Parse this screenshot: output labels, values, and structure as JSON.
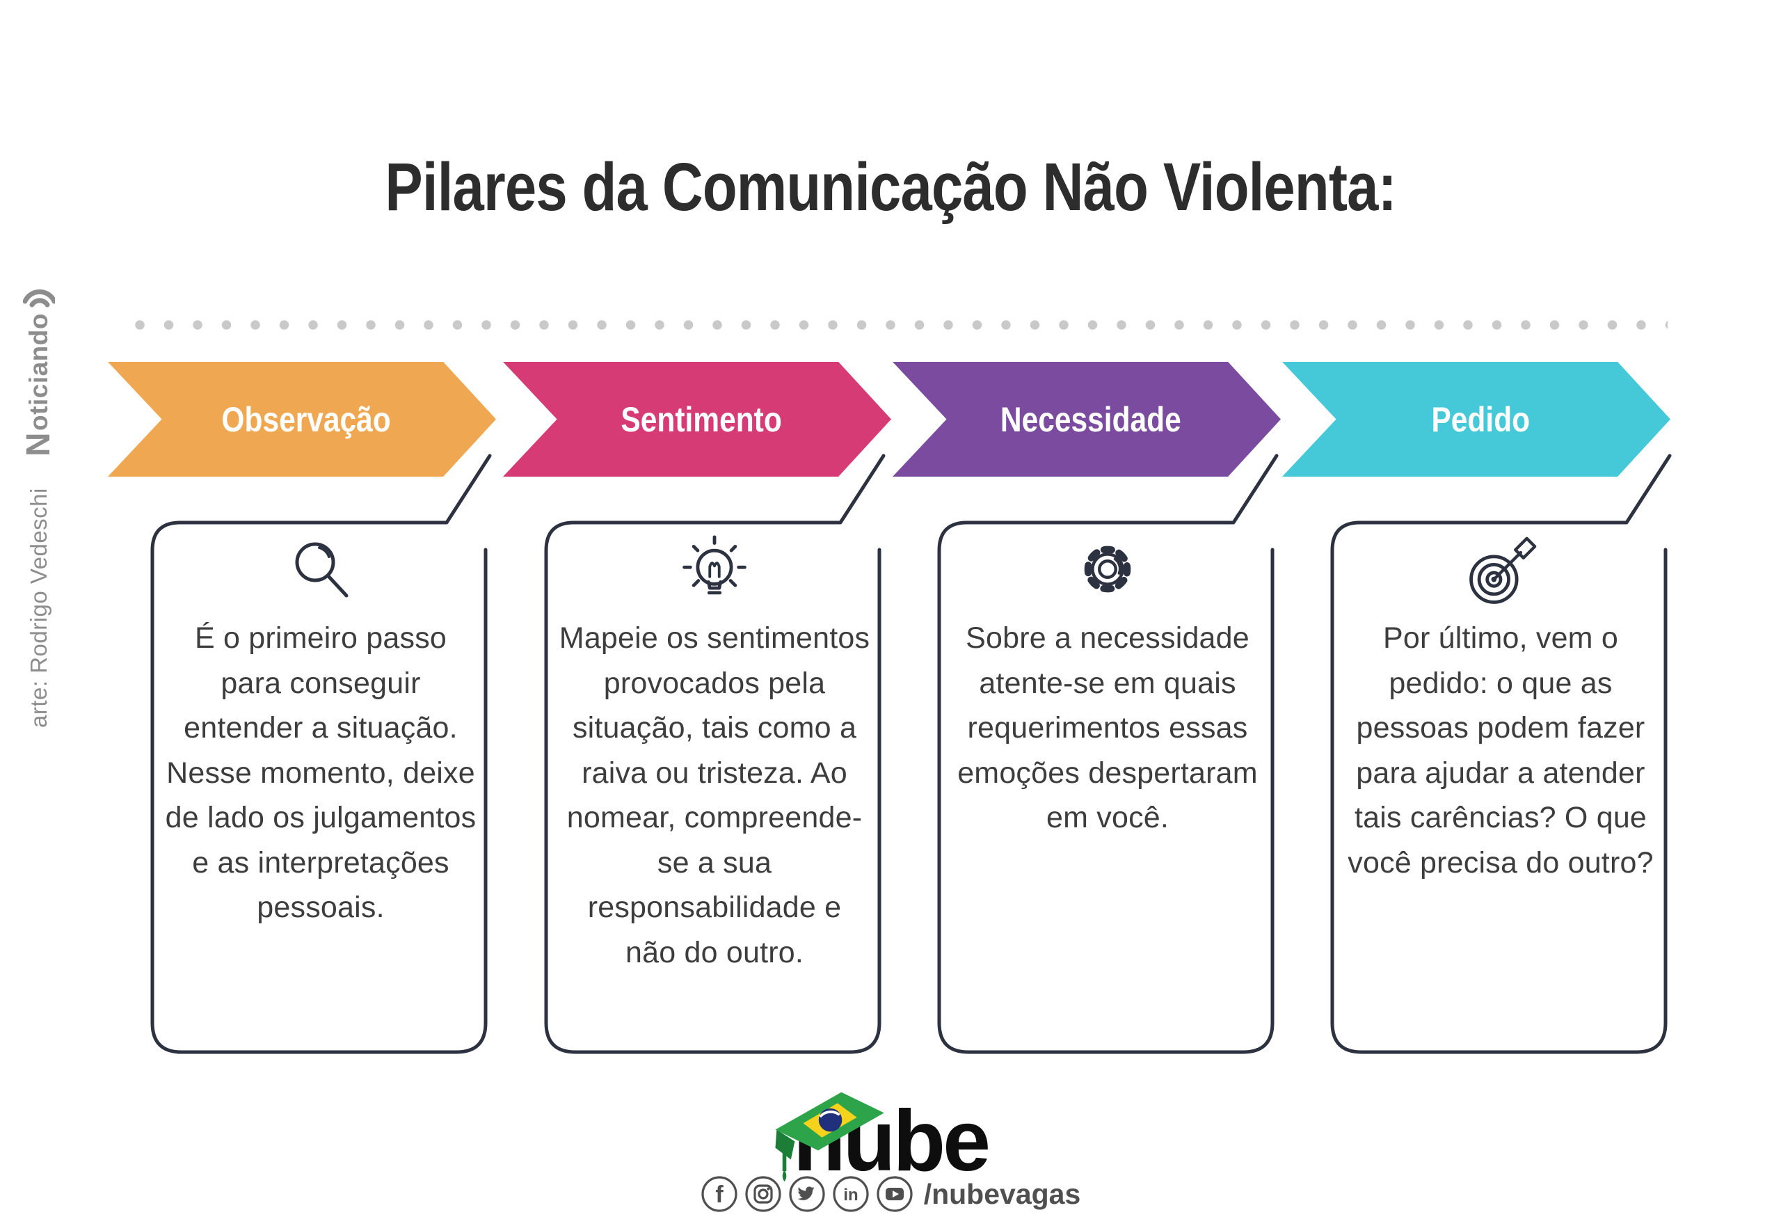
{
  "title": "Pilares da Comunicação Não Violenta:",
  "sidebar": {
    "artist_credit": "arte: Rodrigo Vedeschi",
    "brand_initial": "N",
    "brand_rest": "oticiando",
    "brand_icon": "signal-waves-icon"
  },
  "pillars": [
    {
      "label": "Observação",
      "color": "#EFA851",
      "icon": "magnifier-icon",
      "text": "É o primeiro passo para conseguir entender a situação. Nesse momento, deixe de lado os julgamentos e as interpretações pessoais."
    },
    {
      "label": "Sentimento",
      "color": "#D63B76",
      "icon": "lightbulb-icon",
      "text": "Mapeie os sentimentos provocados pela situação, tais como a raiva ou tristeza. Ao nomear, compreende-se a sua responsabilidade e não do outro."
    },
    {
      "label": "Necessidade",
      "color": "#7B4B9F",
      "icon": "gear-icon",
      "text": "Sobre a necessidade atente-se em quais requerimentos essas emoções despertaram em você."
    },
    {
      "label": "Pedido",
      "color": "#45C8D8",
      "icon": "target-dart-icon",
      "text": "Por último, vem o pedido: o que as pessoas podem fazer para ajudar a atender tais carências? O que você precisa do outro?"
    }
  ],
  "footer": {
    "logo_text": "nube",
    "social_handle": "/nubevagas",
    "social_icons": [
      "facebook-icon",
      "instagram-icon",
      "twitter-icon",
      "linkedin-icon",
      "youtube-icon"
    ]
  },
  "colors": {
    "ink": "#2d3240",
    "title": "#2d2d2d",
    "text": "#3d3d3d",
    "muted": "#8d8d8d",
    "social": "#4f4f4f",
    "dot": "#c9c9c9",
    "flag_green": "#2da44a",
    "flag_green_dark": "#1c7d36",
    "flag_yellow": "#f5d21b",
    "flag_blue": "#20307c",
    "logo_black": "#0e0e0e"
  }
}
